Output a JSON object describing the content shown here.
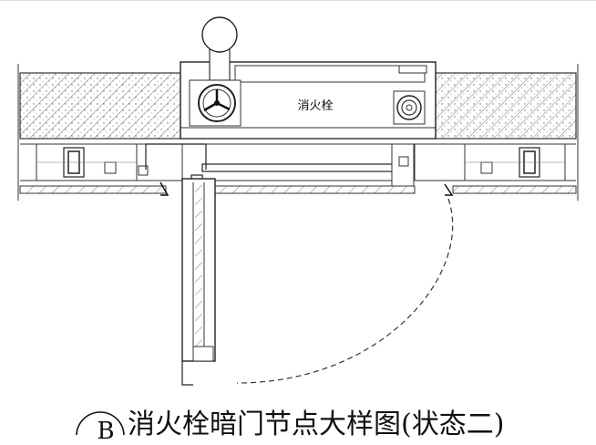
{
  "box_label": "消火栓",
  "caption": "消火栓暗门节点大样图(状态二)",
  "detail_marker": "B"
}
